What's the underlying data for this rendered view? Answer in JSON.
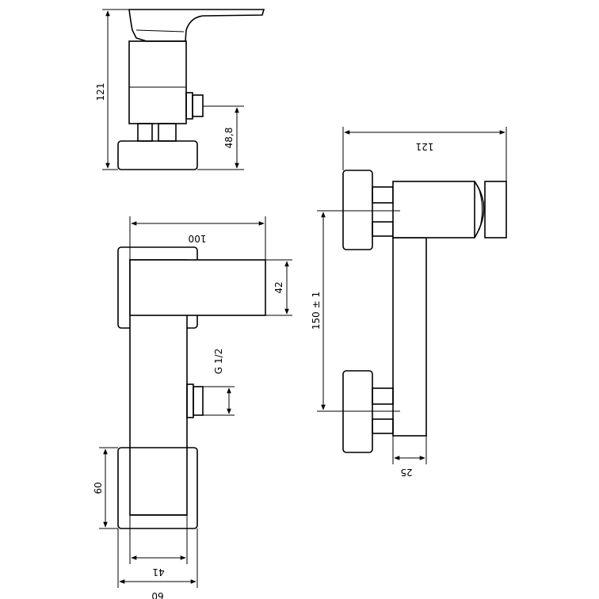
{
  "dimensions": {
    "top_height": "121",
    "top_outlet": "48,8",
    "front_width": "100",
    "front_lever": "42",
    "front_thread": "G 1/2",
    "front_base_height": "60",
    "front_inner_width": "41",
    "front_base_width": "60",
    "side_depth": "121",
    "side_spacing": "150 ± 1",
    "side_body": "25"
  },
  "colors": {
    "line": "#000000",
    "background": "#ffffff"
  }
}
